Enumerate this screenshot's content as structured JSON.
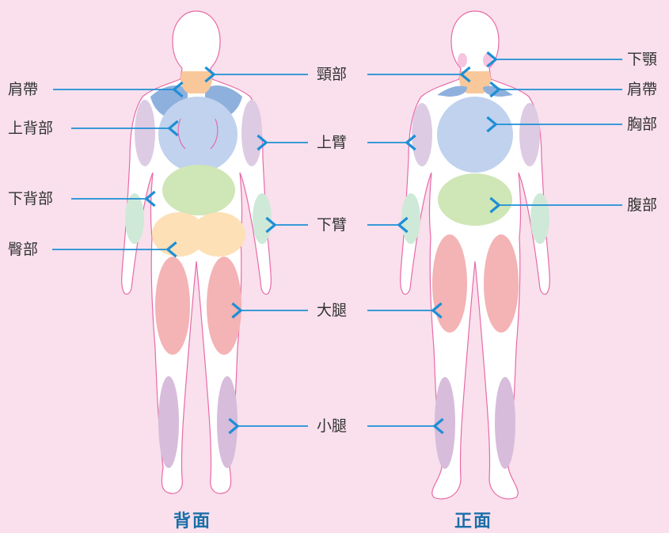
{
  "views": {
    "back": "背面",
    "front": "正面"
  },
  "labels": {
    "neck": "頸部",
    "shoulder_back": "肩帶",
    "upper_back": "上背部",
    "lower_back": "下背部",
    "buttocks": "臀部",
    "upper_arm": "上臂",
    "forearm": "下臂",
    "thigh": "大腿",
    "calf": "小腿",
    "jaw": "下顎",
    "shoulder_front": "肩帶",
    "chest": "胸部",
    "abdomen": "腹部"
  },
  "colors": {
    "background": "#f9e0ec",
    "body_fill": "#ffffff",
    "body_outline": "#e86aa8",
    "leader_line": "#1e8fd6",
    "neck": "#f9c89a",
    "shoulder": "#8eb0dd",
    "upper_back_chest": "#c0d2ee",
    "lower_back_abdomen": "#cfe6b6",
    "buttocks": "#fde0b5",
    "upper_arm": "#ddcbe4",
    "forearm": "#cfe9d8",
    "thigh": "#f4b3b5",
    "calf": "#d7bcdc",
    "jaw": "#f6c5e0",
    "view_title": "#1a6fa8"
  }
}
